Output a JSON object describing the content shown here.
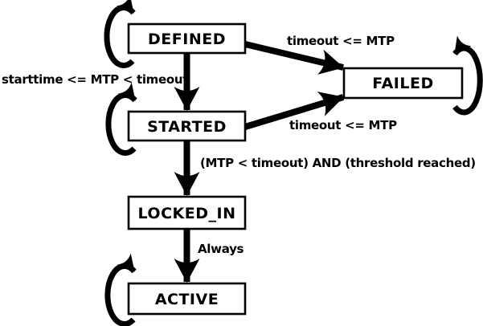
{
  "diagram": {
    "type": "state-machine",
    "colors": {
      "foreground": "#000000",
      "background": "#ffffff",
      "state_fill": "#ffffff"
    },
    "states": [
      {
        "id": "defined",
        "label": "DEFINED"
      },
      {
        "id": "started",
        "label": "STARTED"
      },
      {
        "id": "failed",
        "label": "FAILED"
      },
      {
        "id": "locked_in",
        "label": "LOCKED_IN"
      },
      {
        "id": "active",
        "label": "ACTIVE"
      }
    ],
    "transitions": [
      {
        "from": "DEFINED",
        "to": "STARTED",
        "label": "starttime <= MTP < timeout"
      },
      {
        "from": "DEFINED",
        "to": "FAILED",
        "label": "timeout <= MTP"
      },
      {
        "from": "STARTED",
        "to": "FAILED",
        "label": "timeout <= MTP"
      },
      {
        "from": "STARTED",
        "to": "LOCKED_IN",
        "label": "(MTP < timeout) AND (threshold reached)"
      },
      {
        "from": "LOCKED_IN",
        "to": "ACTIVE",
        "label": "Always"
      },
      {
        "from": "DEFINED",
        "to": "DEFINED",
        "label": ""
      },
      {
        "from": "STARTED",
        "to": "STARTED",
        "label": ""
      },
      {
        "from": "FAILED",
        "to": "FAILED",
        "label": ""
      },
      {
        "from": "ACTIVE",
        "to": "ACTIVE",
        "label": ""
      }
    ]
  }
}
